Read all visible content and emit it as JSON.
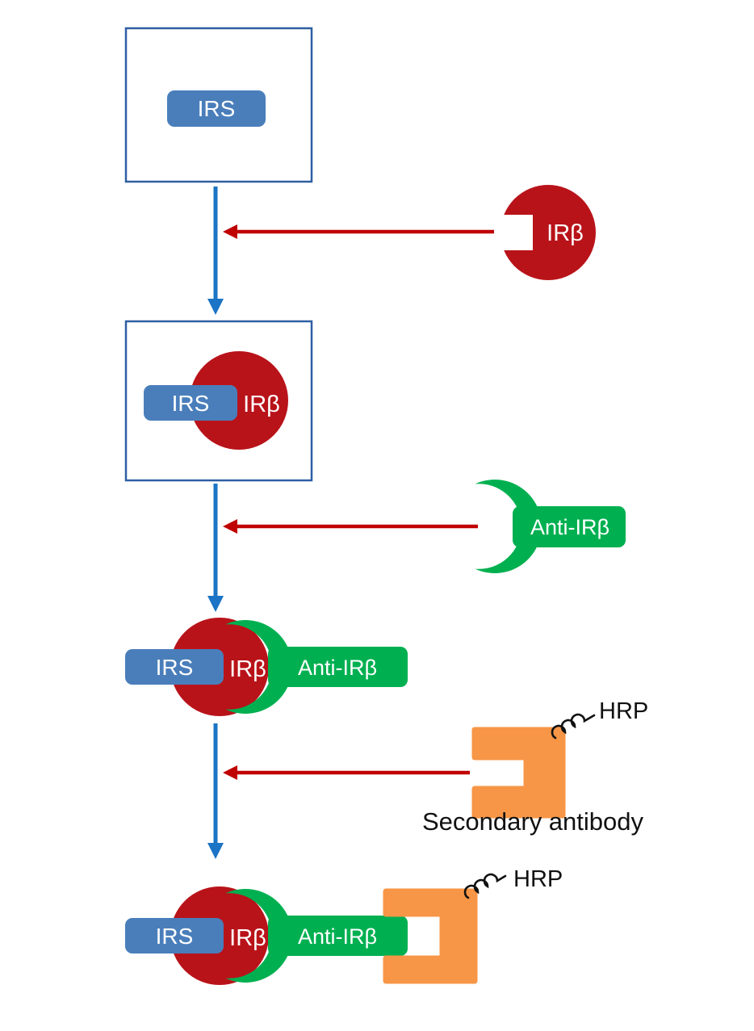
{
  "colors": {
    "steel_blue": "#4A7EBB",
    "box_stroke": "#2E5FA3",
    "arrow_blue": "#1B74C5",
    "dark_red": "#B9131A",
    "arrow_red": "#C00000",
    "green": "#00B050",
    "orange": "#F79646",
    "label_light": "#FFFFFF",
    "label_dark": "#111111"
  },
  "figure": {
    "step1": {
      "irs": "IRS"
    },
    "reagent1": {
      "label": "IRβ"
    },
    "step2": {
      "irs": "IRS",
      "irb": "IRβ"
    },
    "reagent2": {
      "label": "Anti-IRβ"
    },
    "step3": {
      "irs": "IRS",
      "irb": "IRβ",
      "anti_irb": "Anti-IRβ"
    },
    "reagent3": {
      "hrp": "HRP",
      "caption": "Secondary antibody"
    },
    "step4": {
      "irs": "IRS",
      "irb": "IRβ",
      "anti_irb": "Anti-IRβ",
      "hrp": "HRP"
    }
  }
}
